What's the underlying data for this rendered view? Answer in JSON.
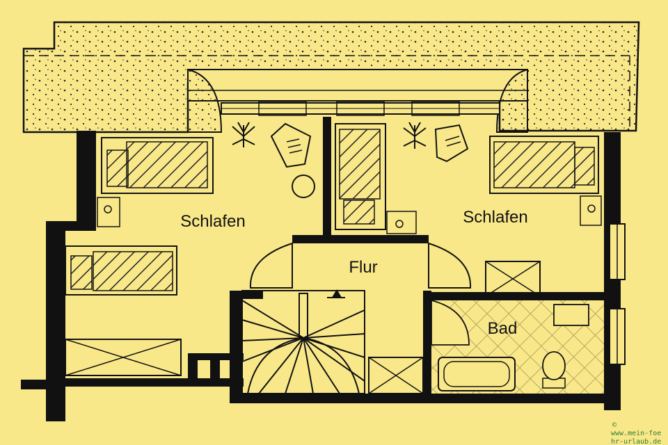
{
  "rooms": {
    "bedroom_left": "Schlafen",
    "bedroom_right": "Schlafen",
    "hallway": "Flur",
    "bathroom": "Bad"
  },
  "watermark": {
    "symbol": "©",
    "line1": "www.mein-foe",
    "line2": "hr-urlaub.de"
  },
  "colors": {
    "background": "#f9e88a",
    "wall": "#111111",
    "watermark": "#2f7d33"
  }
}
